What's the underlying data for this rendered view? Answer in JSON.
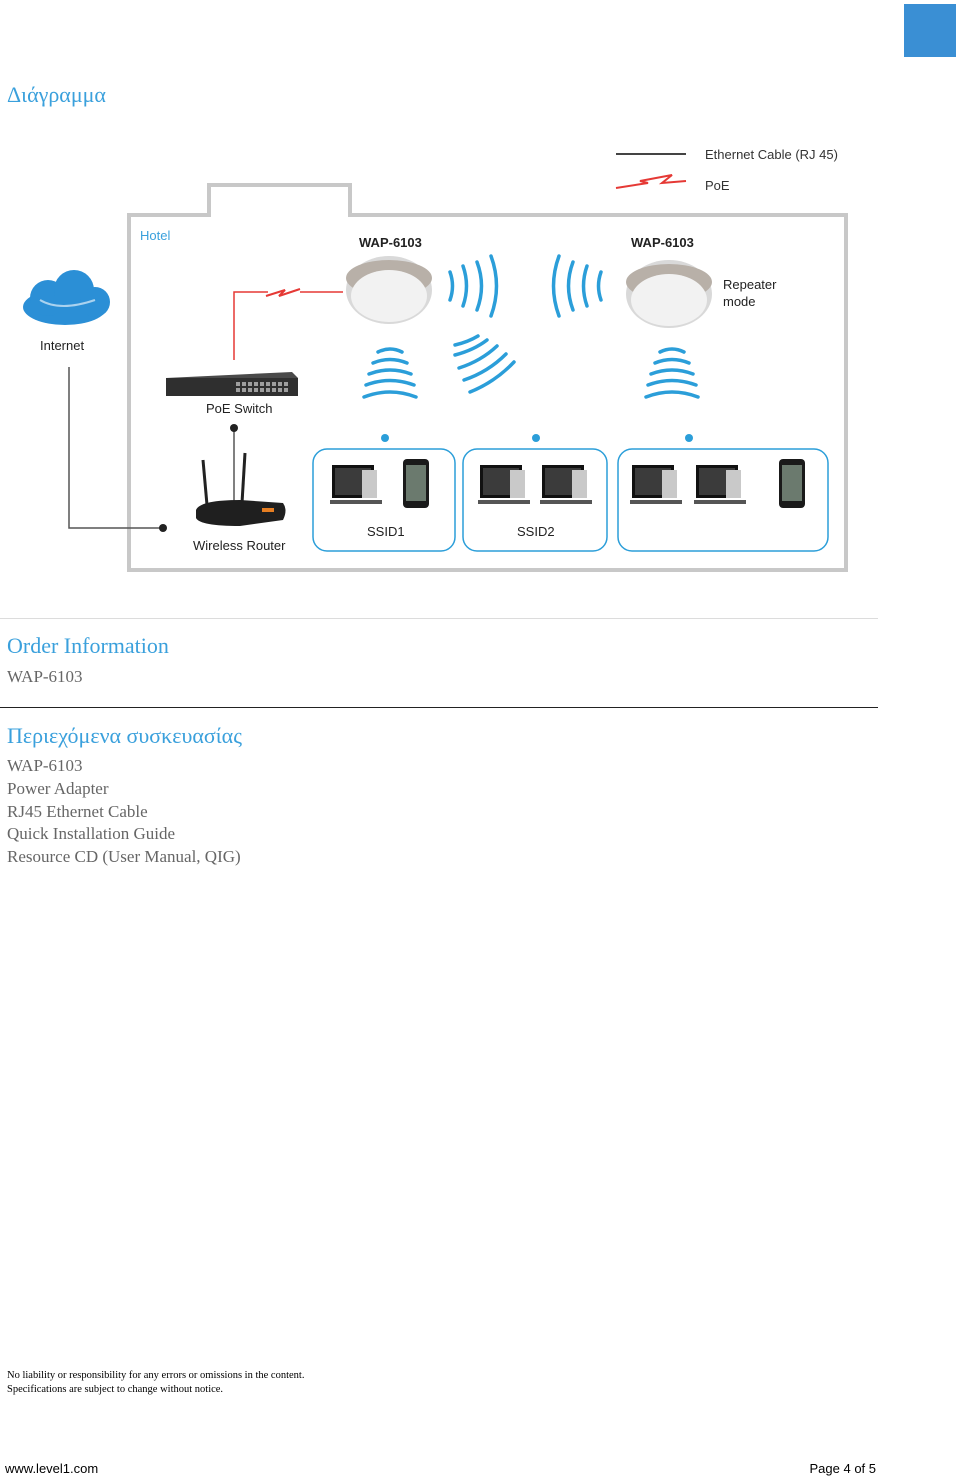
{
  "header": {
    "accent_color": "#3a8fd4"
  },
  "diagram_section": {
    "title": "Διάγραμμα",
    "legend": {
      "ethernet": "Ethernet Cable (RJ 45)",
      "poe": "PoE"
    },
    "labels": {
      "hotel": "Hotel",
      "internet": "Internet",
      "poe_switch": "PoE Switch",
      "wireless_router": "Wireless Router",
      "ap1": "WAP-6103",
      "ap2": "WAP-6103",
      "repeater_line1": "Repeater",
      "repeater_line2": "mode",
      "ssid1": "SSID1",
      "ssid2": "SSID2"
    }
  },
  "order": {
    "title": "Order Information",
    "model": "WAP-6103"
  },
  "package": {
    "title": "Περιεχόμενα συσκευασίας",
    "items": [
      "WAP-6103",
      "Power Adapter",
      "RJ45 Ethernet Cable",
      "Quick Installation Guide",
      "Resource CD (User Manual, QIG)"
    ]
  },
  "footer": {
    "disclaimer_1": "No liability or responsibility for any errors or omissions in the content.",
    "disclaimer_2": "Specifications are subject to change without notice.",
    "url": "www.level1.com",
    "page": "Page 4 of 5"
  },
  "colors": {
    "heading": "#3aa0dc",
    "wifi": "#2b9ed9",
    "poe": "#e53935",
    "border": "#cccccc"
  }
}
